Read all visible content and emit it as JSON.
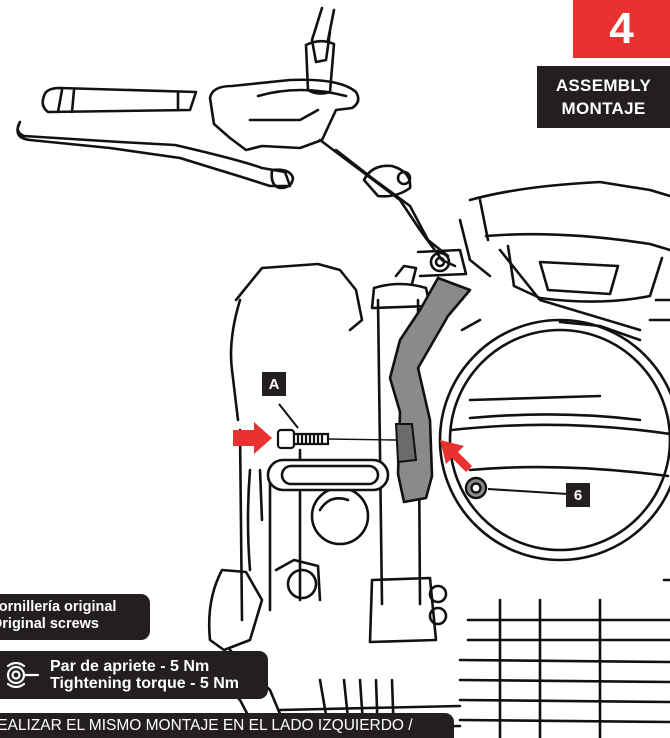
{
  "step": {
    "number": "4",
    "title_en": "ASSEMBLY",
    "title_es": "MONTAJE"
  },
  "callouts": {
    "a": "A",
    "six": "6"
  },
  "info": {
    "screws_es": "Tornillería original",
    "screws_en": "Original screws",
    "torque_es": "Par  de apriete - 5 Nm",
    "torque_en": "Tightening torque - 5 Nm",
    "footer": "REALIZAR EL MISMO MONTAJE EN EL LADO IZQUIERDO /"
  },
  "colors": {
    "accent_red": "#e8322f",
    "label_dark": "#231f20",
    "bracket_gray": "#8a8a8a"
  },
  "icons": [
    "arrow-right-icon",
    "torque-wrench-icon"
  ]
}
